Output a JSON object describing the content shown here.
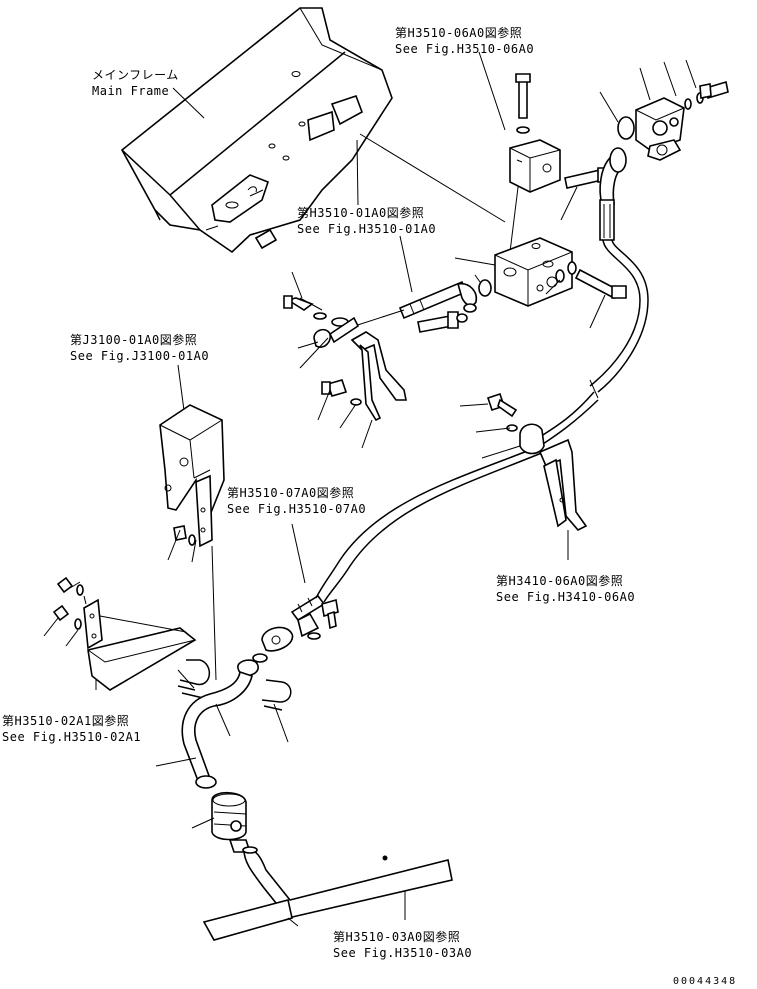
{
  "labels": {
    "main_frame_jp": "メインフレーム",
    "main_frame_en": "Main Frame",
    "ref_h3510_06a0_jp": "第H3510-06A0図参照",
    "ref_h3510_06a0_en": "See Fig.H3510-06A0",
    "ref_h3510_01a0_jp": "第H3510-01A0図参照",
    "ref_h3510_01a0_en": "See Fig.H3510-01A0",
    "ref_j3100_01a0_jp": "第J3100-01A0図参照",
    "ref_j3100_01a0_en": "See Fig.J3100-01A0",
    "ref_h3510_07a0_jp": "第H3510-07A0図参照",
    "ref_h3510_07a0_en": "See Fig.H3510-07A0",
    "ref_h3410_06a0_jp": "第H3410-06A0図参照",
    "ref_h3410_06a0_en": "See Fig.H3410-06A0",
    "ref_h3510_02a1_jp": "第H3510-02A1図参照",
    "ref_h3510_02a1_en": "See Fig.H3510-02A1",
    "ref_h3510_03a0_jp": "第H3510-03A0図参照",
    "ref_h3510_03a0_en": "See Fig.H3510-03A0"
  },
  "document_number": "00044348"
}
